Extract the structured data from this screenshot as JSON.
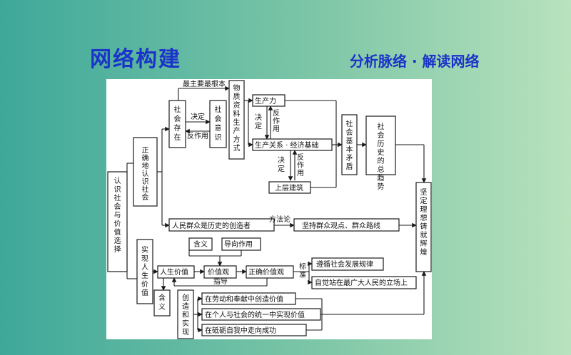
{
  "header": {
    "title": "网络构建",
    "subtitle": "分析脉络 · 解读网络"
  },
  "diagram": {
    "root": "认识社会与价值选择",
    "branch_top": "正确地认识社会",
    "branch_bottom": "实现人生价值",
    "social_existence": "社会存在",
    "social_consciousness": "社会意识",
    "decides": "决定",
    "reacts": "反作用",
    "most_fundamental": "最主要最根本",
    "material_production": "物质资料生产方式",
    "productive_forces": "生产力",
    "relations_of_production": "生产关系 · 经济基础",
    "superstructure": "上层建筑",
    "basic_contradiction": "社会基本矛盾",
    "general_trend": "社会历史的总趋势",
    "masses": "人民群众是历史的创造者",
    "methodology": "方法论",
    "mass_line": "坚持群众观点、群众路线",
    "firm_ideal": "坚定理想 铸就辉煌",
    "meaning": "含义",
    "guiding_role": "导向作用",
    "life_value": "人生价值",
    "value_view": "价值观",
    "correct_value_view": "正确价值观",
    "guide": "指导",
    "standard": "标准",
    "follow_law": "遵循社会发展规律",
    "people_stand": "自觉站在最广大人民的立场上",
    "meaning2": "含义",
    "create_realize": "创造和实现",
    "labor_dedication": "在劳动和奉献中创造价值",
    "individual_society": "在个人与社会的统一中实现价值",
    "self_improvement": "在砥砺自我中走向成功"
  }
}
